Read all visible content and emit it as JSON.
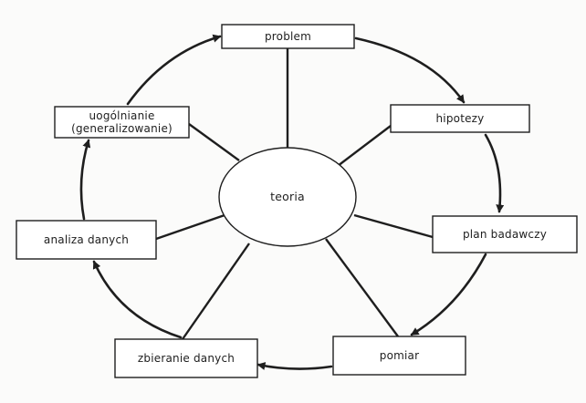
{
  "diagram": {
    "center": {
      "label": "teoria"
    },
    "stages": [
      {
        "id": "problem",
        "lines": [
          "problem"
        ]
      },
      {
        "id": "hipotezy",
        "lines": [
          "hipotezy"
        ]
      },
      {
        "id": "plan",
        "lines": [
          "plan badawczy"
        ]
      },
      {
        "id": "pomiar",
        "lines": [
          "pomiar"
        ]
      },
      {
        "id": "zbieranie",
        "lines": [
          "zbieranie danych"
        ]
      },
      {
        "id": "analiza",
        "lines": [
          "analiza danych"
        ]
      },
      {
        "id": "uogolnianie",
        "lines": [
          "uogólnianie",
          "(generalizowanie)"
        ]
      }
    ],
    "colors": {
      "ink": "#1e1e1e",
      "paper": "#fbfbfa"
    }
  }
}
